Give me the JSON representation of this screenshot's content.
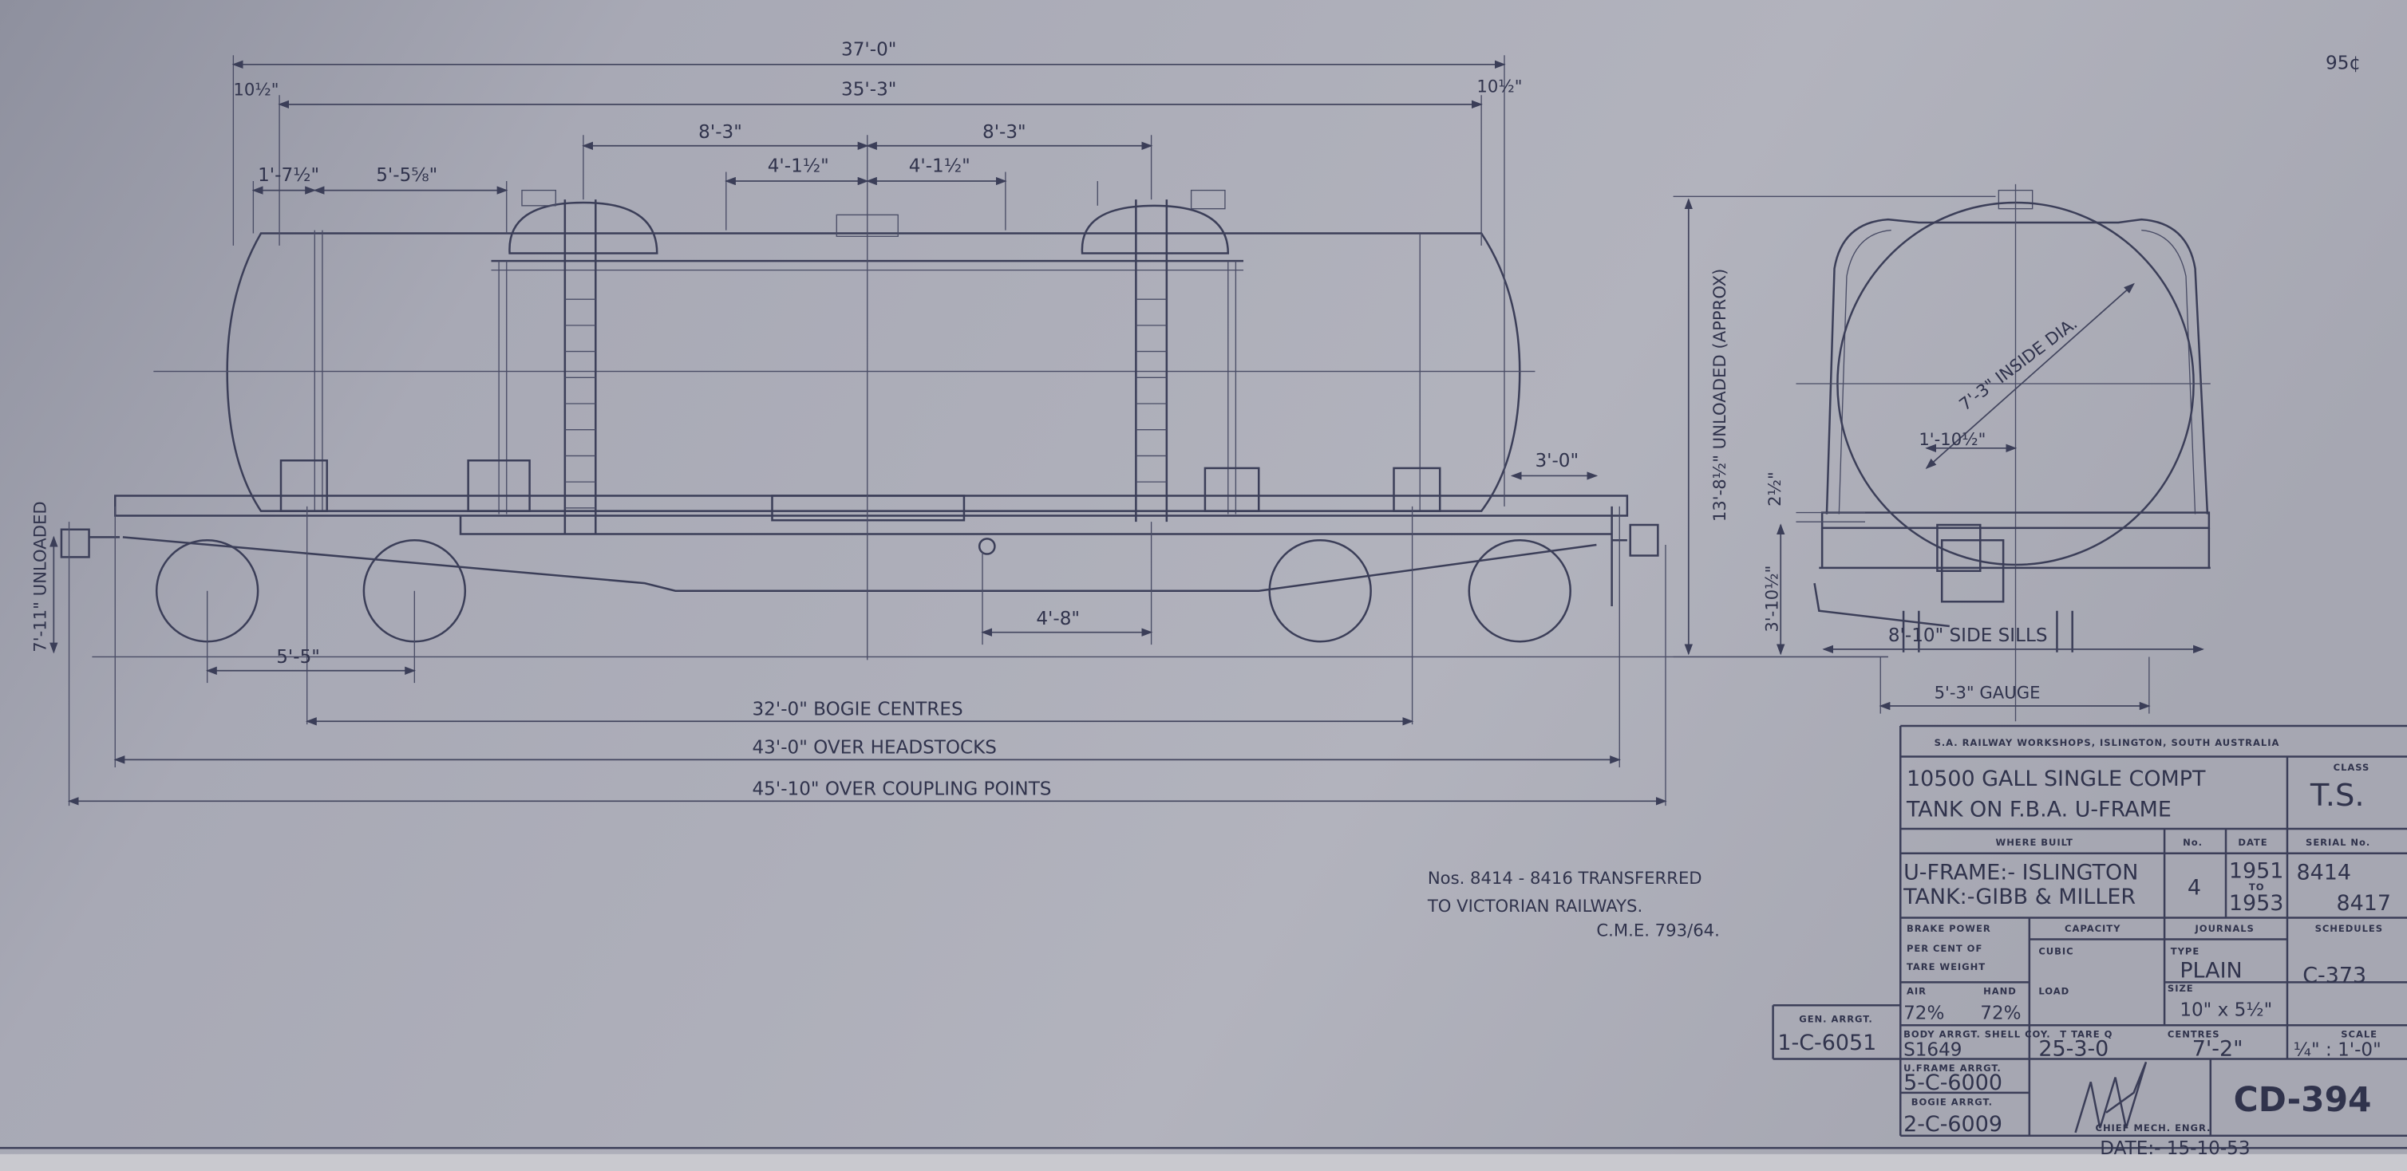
{
  "sheet_mark": "95¢",
  "side_view": {
    "overall_tank": "37'-0\"",
    "tank_barrel": "35'-3\"",
    "end_left": "10½\"",
    "end_right": "10½\"",
    "dome_spacing_left": "8'-3\"",
    "dome_spacing_right": "8'-3\"",
    "fitting_left": "4'-1½\"",
    "fitting_right": "4'-1½\"",
    "band_1": "1'-7½\"",
    "band_2": "5'-5⅝\"",
    "step": "3'-0\"",
    "centre_offset": "4'-8\"",
    "wheelbase": "5'-5\"",
    "bogie_centres": "32'-0\" BOGIE CENTRES",
    "over_headstocks": "43'-0\" OVER HEADSTOCKS",
    "over_coupling": "45'-10\" OVER COUPLING POINTS",
    "coupler_height": "7'-11\" UNLOADED"
  },
  "end_view": {
    "height": "13'-8½\" UNLOADED (APPROX)",
    "diameter": "7'-3\" INSIDE DIA.",
    "outlet_offset": "1'-10½\"",
    "clearance": "2½\"",
    "frame_height": "3'-10½\"",
    "side_sills": "8'-10\" SIDE SILLS",
    "gauge": "5'-3\" GAUGE"
  },
  "note": {
    "line1": "Nos. 8414 - 8416 TRANSFERRED",
    "line2": "TO VICTORIAN RAILWAYS.",
    "line3": "C.M.E. 793/64."
  },
  "title_block": {
    "org": "S.A. RAILWAY WORKSHOPS, ISLINGTON, SOUTH AUSTRALIA",
    "title1": "10500 GALL SINGLE COMPT",
    "title2": "TANK ON F.B.A. U-FRAME",
    "class_label": "CLASS",
    "class_value": "T.S.",
    "where_built_label": "WHERE BUILT",
    "no_label": "No.",
    "date_label": "DATE",
    "serial_label": "SERIAL No.",
    "where_built_1": "U-FRAME:- ISLINGTON",
    "where_built_2": "TANK:-GIBB & MILLER",
    "number": "4",
    "date_from": "1951",
    "date_to_word": "TO",
    "date_to": "1953",
    "serial_from": "8414",
    "serial_to": "8417",
    "brake_label1": "BRAKE POWER",
    "brake_label2": "PER CENT OF",
    "brake_label3": "TARE WEIGHT",
    "capacity_label": "CAPACITY",
    "journals_label": "JOURNALS",
    "schedules_label": "SCHEDULES",
    "cubic_label": "CUBIC",
    "load_label": "LOAD",
    "air_label": "AIR",
    "hand_label": "HAND",
    "air_value": "72%",
    "hand_value": "72%",
    "type_label": "TYPE",
    "type_value": "PLAIN",
    "size_label": "SIZE",
    "size_value": "10\" x 5½\"",
    "centres_label": "CENTRES",
    "centres_value": "7'-2\"",
    "schedule_value": "C-373",
    "gen_arrg_label": "GEN. ARRGT.",
    "gen_arrg_value": "1-C-6051",
    "body_arrg_label": "BODY ARRGT. SHELL COY.",
    "body_arrg_value": "S1649",
    "tare_label": "T TARE Q",
    "tare_value": "25-3-0",
    "scale_label": "SCALE",
    "scale_value": "¼\" : 1'-0\"",
    "uframe_arrg_label": "U.FRAME ARRGT.",
    "uframe_arrg_value": "5-C-6000",
    "bogie_arrg_label": "BOGIE ARRGT.",
    "bogie_arrg_value": "2-C-6009",
    "engineer_label": "CHIEF MECH. ENGR.",
    "drawing_no": "CD-394",
    "date_line": "DATE:- 15-10-53"
  }
}
